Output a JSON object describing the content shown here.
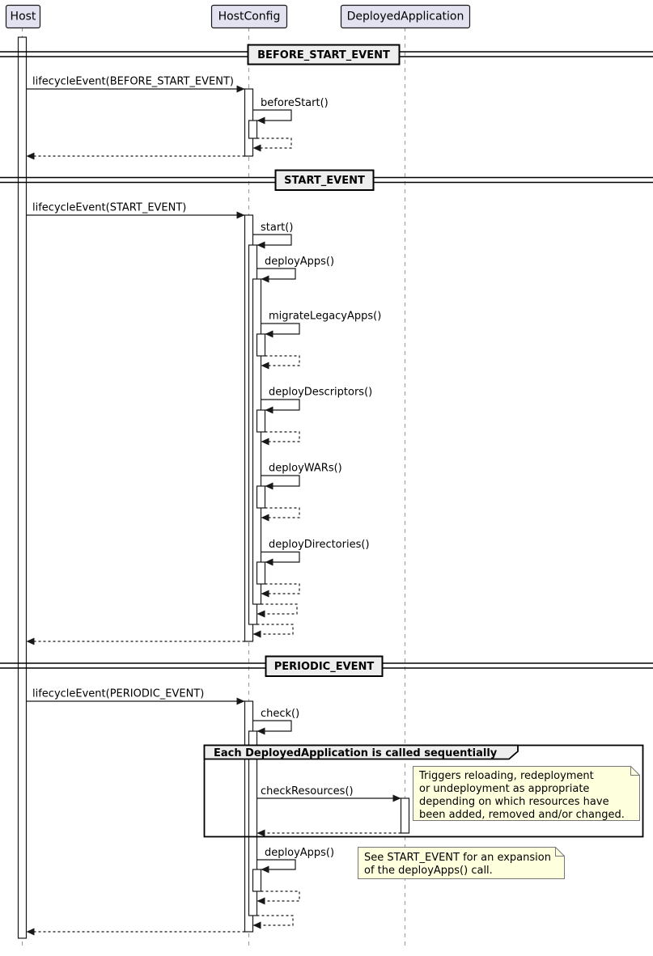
{
  "participants": [
    {
      "label": "Host"
    },
    {
      "label": "HostConfig"
    },
    {
      "label": "DeployedApplication"
    }
  ],
  "dividers": [
    {
      "label": "BEFORE_START_EVENT"
    },
    {
      "label": "START_EVENT"
    },
    {
      "label": "PERIODIC_EVENT"
    }
  ],
  "messages": [
    {
      "label": "lifecycleEvent(BEFORE_START_EVENT)"
    },
    {
      "label": "beforeStart()"
    },
    {
      "label": "lifecycleEvent(START_EVENT)"
    },
    {
      "label": "start()"
    },
    {
      "label": "deployApps()"
    },
    {
      "label": "migrateLegacyApps()"
    },
    {
      "label": "deployDescriptors()"
    },
    {
      "label": "deployWARs()"
    },
    {
      "label": "deployDirectories()"
    },
    {
      "label": "lifecycleEvent(PERIODIC_EVENT)"
    },
    {
      "label": "check()"
    },
    {
      "label": "checkResources()"
    },
    {
      "label": "deployApps()"
    }
  ],
  "group": {
    "label": "Each DeployedApplication is called sequentially"
  },
  "notes": [
    {
      "lines": [
        "Triggers reloading, redeployment",
        "or undeployment as appropriate",
        "depending on which resources have",
        "been added, removed and/or changed."
      ]
    },
    {
      "lines": [
        "See START_EVENT for an expansion",
        "of the deployApps() call."
      ]
    }
  ],
  "colors": {
    "participant_fill": "#E2E2F0",
    "stroke": "#181818",
    "divider_fill": "#EEEEEE",
    "group_header_fill": "#EEEEEE",
    "note_fill": "#FEFFDD",
    "lifeline": "#999999"
  }
}
